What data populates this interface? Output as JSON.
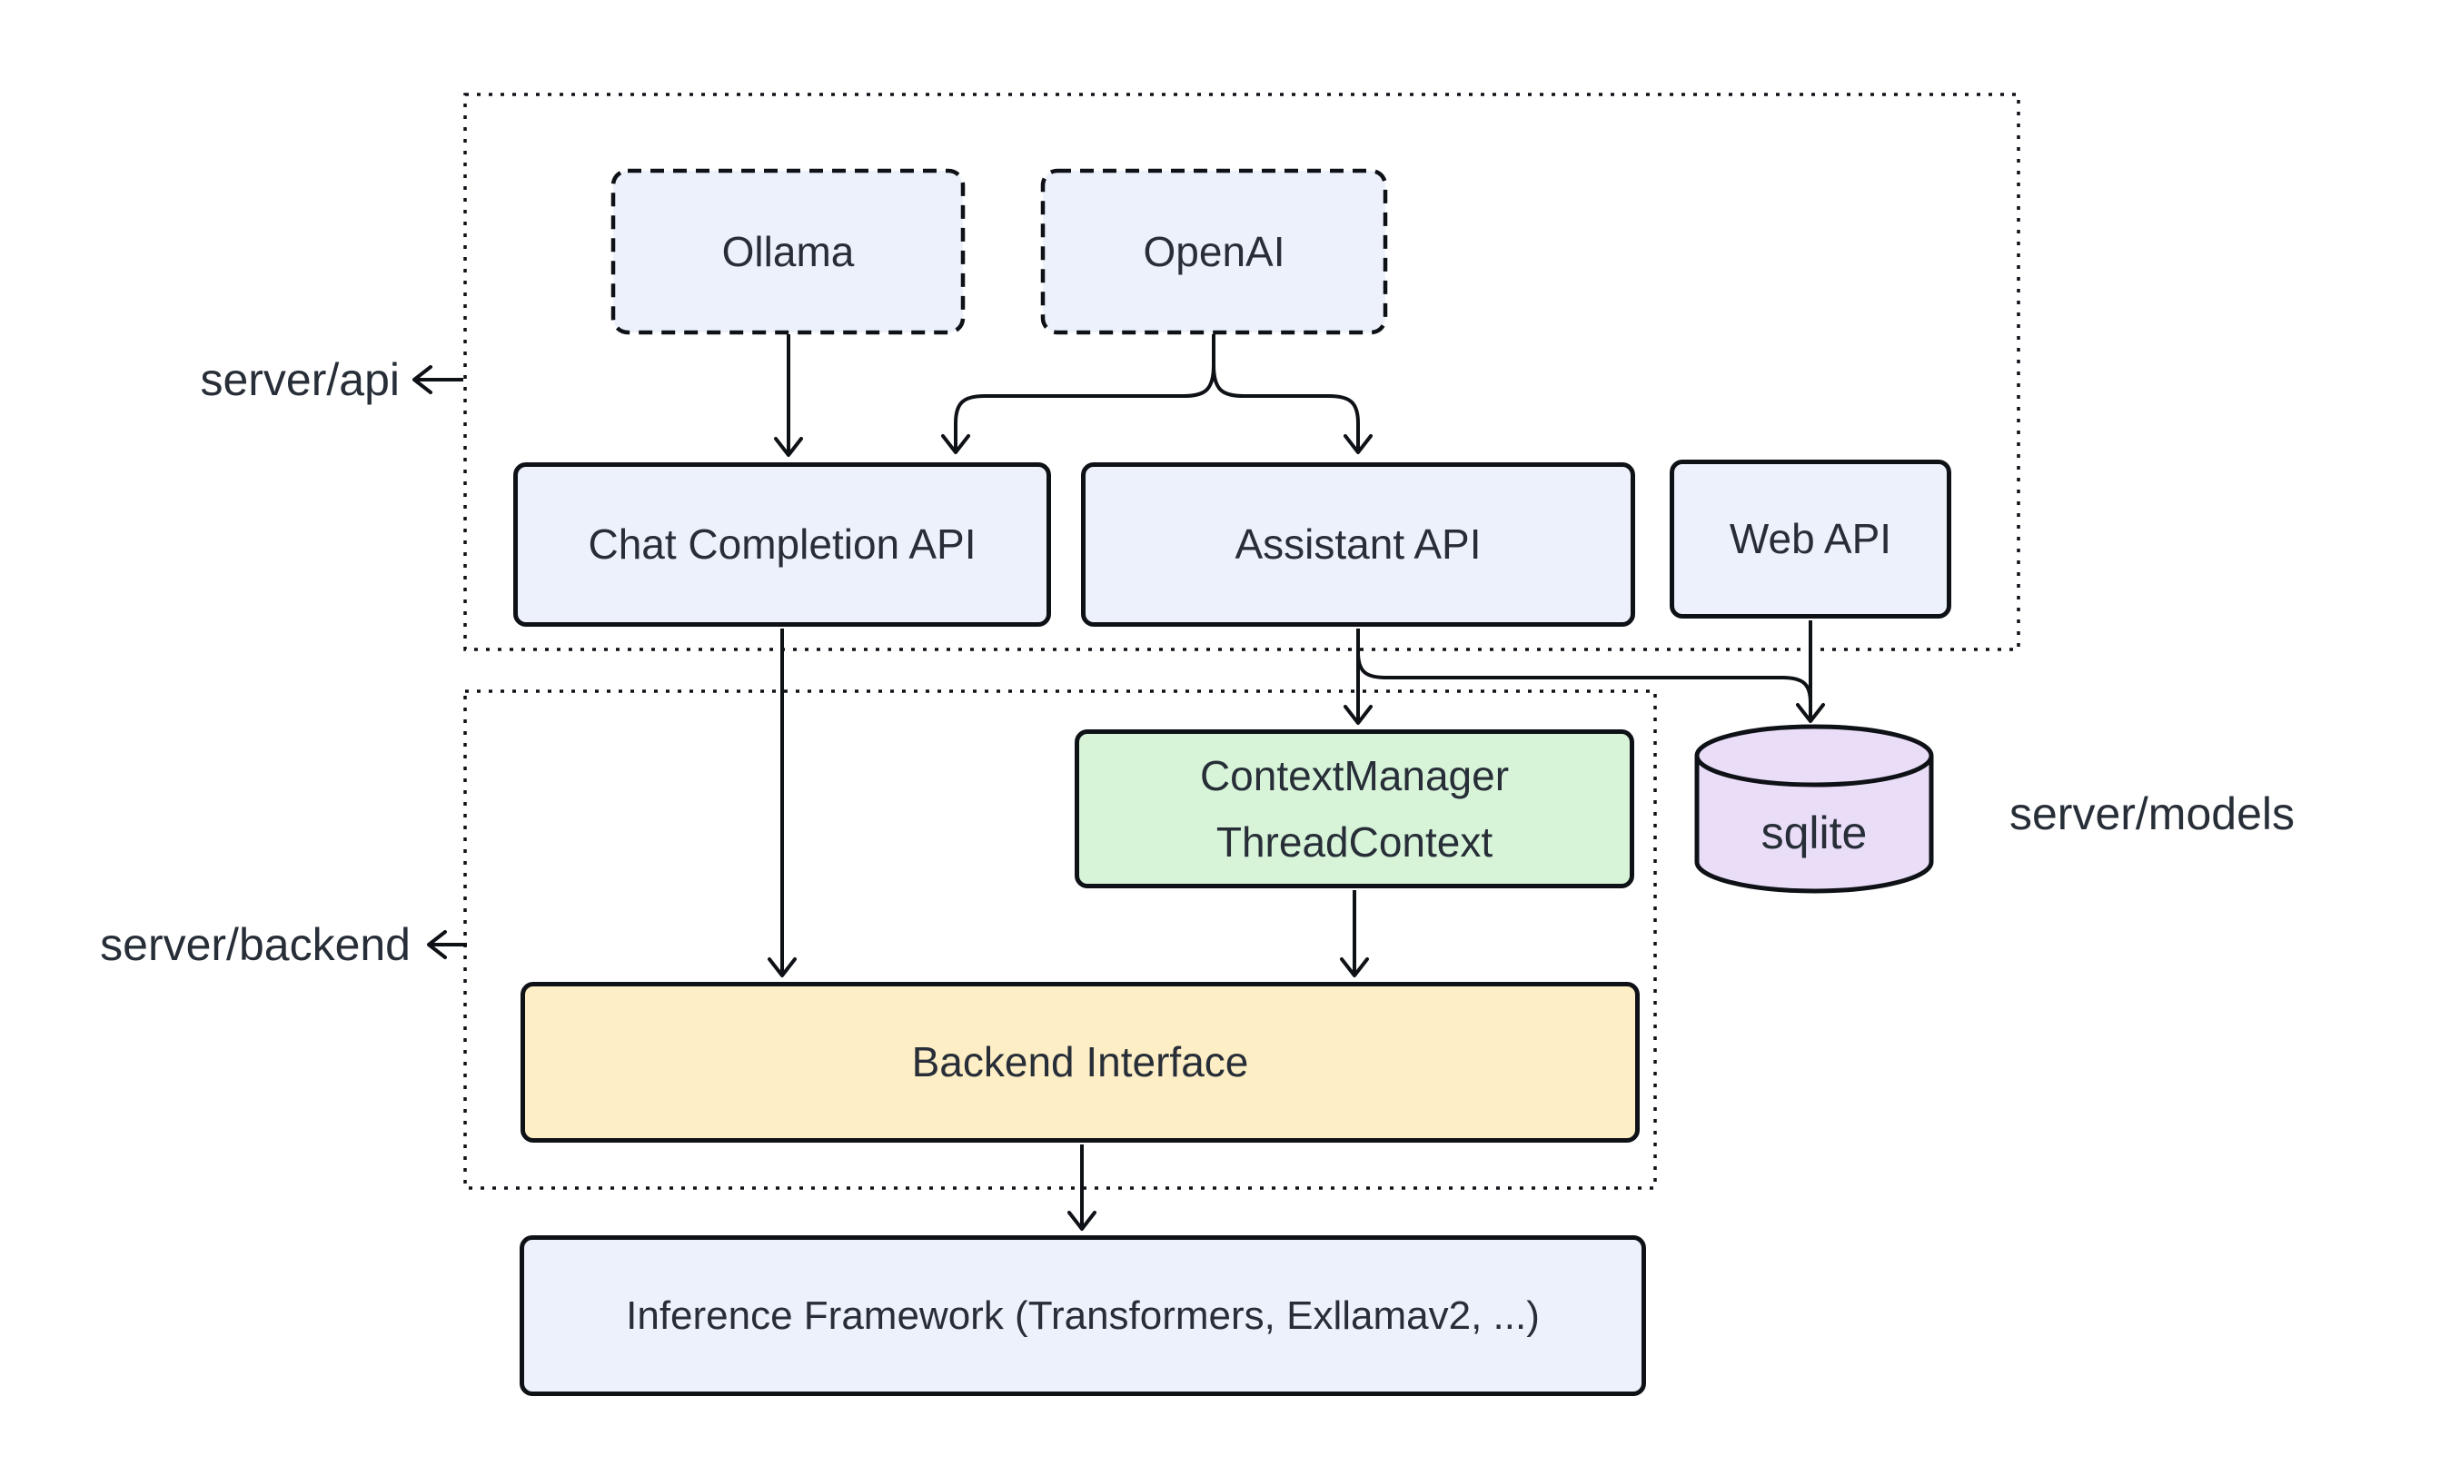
{
  "colors": {
    "node_blue": "#edf1fb",
    "node_green": "#d7f4d9",
    "node_yellow": "#fdeec5",
    "node_purple": "#e9ddf8",
    "stroke": "#0e1116",
    "text": "#272e37",
    "background": "#ffffff"
  },
  "containers": {
    "api": {
      "label": "server/api"
    },
    "backend": {
      "label": "server/backend"
    },
    "models": {
      "label": "server/models"
    }
  },
  "nodes": {
    "ollama": {
      "label": "Ollama"
    },
    "openai": {
      "label": "OpenAI"
    },
    "chat_completion_api": {
      "label": "Chat Completion API"
    },
    "assistant_api": {
      "label": "Assistant API"
    },
    "web_api": {
      "label": "Web API"
    },
    "context_manager": {
      "line1": "ContextManager",
      "line2": "ThreadContext"
    },
    "sqlite": {
      "label": "sqlite"
    },
    "backend_interface": {
      "label": "Backend Interface"
    },
    "inference_framework": {
      "label": "Inference Framework (Transformers, Exllamav2, ...)"
    }
  },
  "edges": [
    {
      "from": "ollama",
      "to": "chat_completion_api"
    },
    {
      "from": "openai",
      "to": "chat_completion_api"
    },
    {
      "from": "openai",
      "to": "assistant_api"
    },
    {
      "from": "chat_completion_api",
      "to": "backend_interface"
    },
    {
      "from": "assistant_api",
      "to": "context_manager"
    },
    {
      "from": "assistant_api",
      "to": "sqlite"
    },
    {
      "from": "web_api",
      "to": "sqlite"
    },
    {
      "from": "context_manager",
      "to": "backend_interface"
    },
    {
      "from": "backend_interface",
      "to": "inference_framework"
    }
  ]
}
